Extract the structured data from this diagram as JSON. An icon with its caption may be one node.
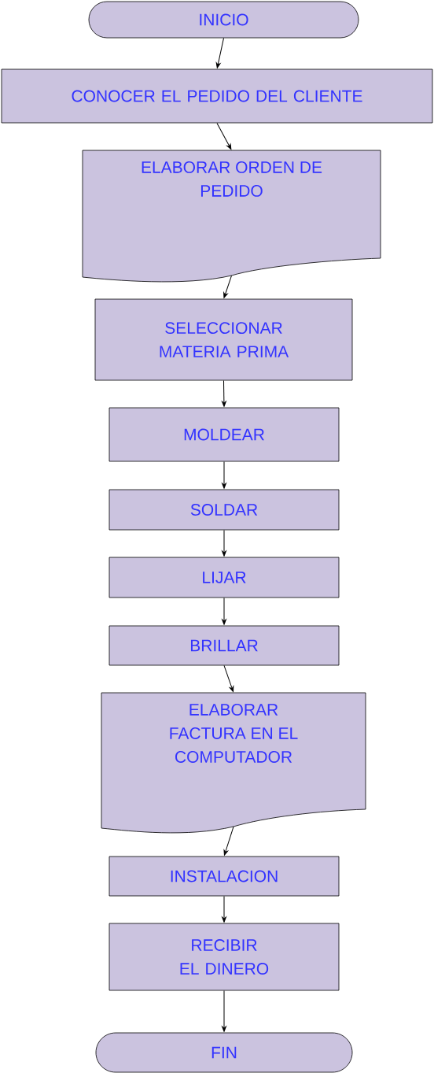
{
  "diagram": {
    "nodes": [
      {
        "text": [
          "INICIO"
        ]
      },
      {
        "text": [
          "CONOCER EL PEDIDO DEL CLIENTE"
        ]
      },
      {
        "text": [
          "ELABORAR ORDEN DE PEDIDO"
        ]
      },
      {
        "text": [
          "SELECCIONAR MATERIA PRIMA"
        ]
      },
      {
        "text": [
          "MOLDEAR"
        ]
      },
      {
        "text": [
          "SOLDAR"
        ]
      },
      {
        "text": [
          "LIJAR"
        ]
      },
      {
        "text": [
          "BRILLAR"
        ]
      },
      {
        "text": [
          "ELABORAR FACTURA EN EL COMPUTADOR"
        ]
      },
      {
        "text": [
          "INSTALACION"
        ]
      },
      {
        "text": [
          "RECIBIR EL DINERO"
        ]
      },
      {
        "text": [
          "FIN"
        ]
      }
    ],
    "edges": [
      {
        "from": 0,
        "to": 1,
        "arrow": "to"
      },
      {
        "from": 1,
        "to": 2,
        "arrow": "to"
      },
      {
        "from": 2,
        "to": 3,
        "arrow": "to"
      },
      {
        "from": 3,
        "to": 4,
        "arrow": "to"
      },
      {
        "from": 4,
        "to": 5,
        "arrow": "to"
      },
      {
        "from": 5,
        "to": 6,
        "arrow": "to"
      },
      {
        "from": 6,
        "to": 7,
        "arrow": "to"
      },
      {
        "from": 7,
        "to": 8,
        "arrow": "to"
      },
      {
        "from": 8,
        "to": 9,
        "arrow": "to"
      },
      {
        "from": 9,
        "to": 10,
        "arrow": "to"
      },
      {
        "from": 10,
        "to": 11,
        "arrow": "to"
      }
    ]
  }
}
